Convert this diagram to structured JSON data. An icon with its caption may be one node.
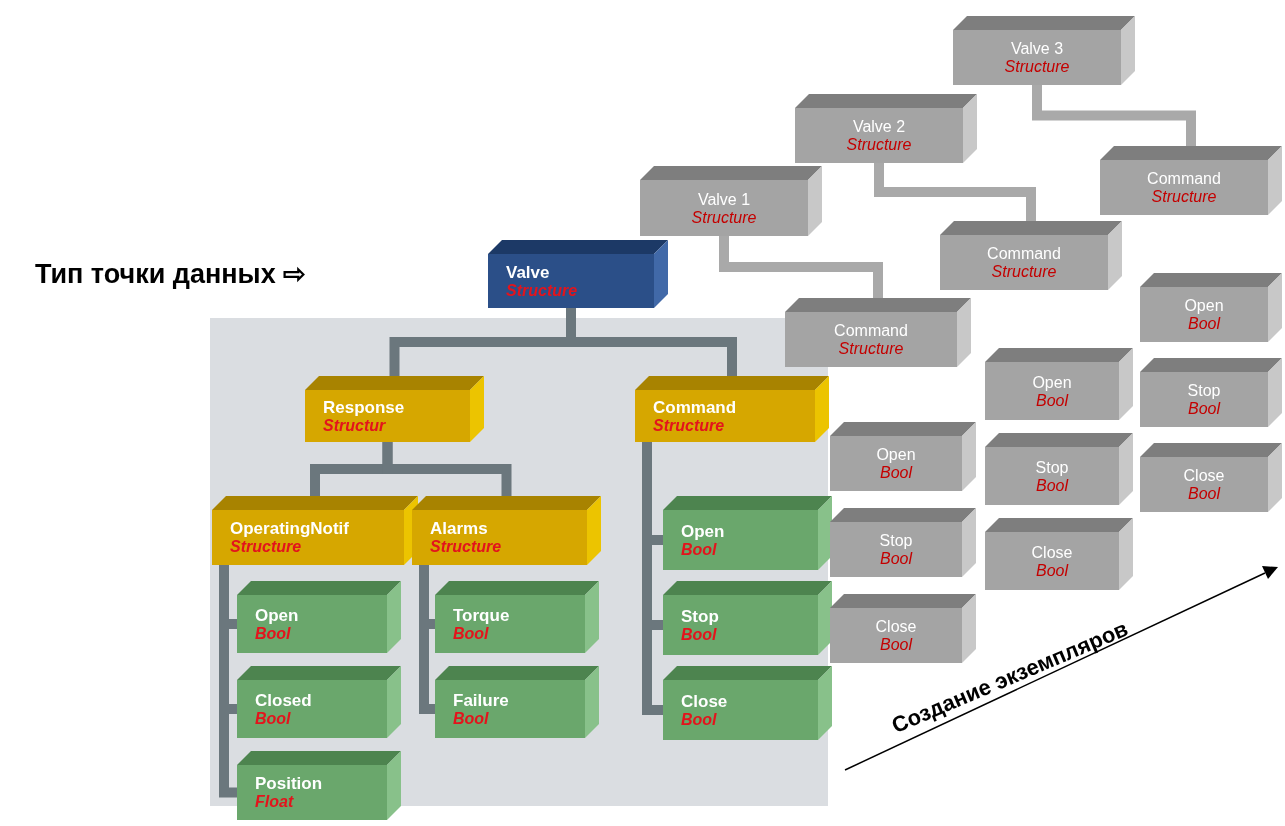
{
  "diagram": {
    "nodes": [
      {
        "text": [
          "Valve",
          "Structure"
        ]
      },
      {
        "text": [
          "Response",
          "Structur"
        ]
      },
      {
        "text": [
          "Command",
          "Structure"
        ]
      },
      {
        "text": [
          "OperatingNotif",
          "Structure"
        ]
      },
      {
        "text": [
          "Alarms",
          "Structure"
        ]
      },
      {
        "text": [
          "Open",
          "Bool"
        ]
      },
      {
        "text": [
          "Closed",
          "Bool"
        ]
      },
      {
        "text": [
          "Position",
          "Float"
        ]
      },
      {
        "text": [
          "Torque",
          "Bool"
        ]
      },
      {
        "text": [
          "Failure",
          "Bool"
        ]
      },
      {
        "text": [
          "Open",
          "Bool"
        ]
      },
      {
        "text": [
          "Stop",
          "Bool"
        ]
      },
      {
        "text": [
          "Close",
          "Bool"
        ]
      },
      {
        "text": [
          "Valve 1",
          "Structure"
        ]
      },
      {
        "text": [
          "Command",
          "Structure"
        ]
      },
      {
        "text": [
          "Open",
          "Bool"
        ]
      },
      {
        "text": [
          "Stop",
          "Bool"
        ]
      },
      {
        "text": [
          "Close",
          "Bool"
        ]
      },
      {
        "text": [
          "Valve 2",
          "Structure"
        ]
      },
      {
        "text": [
          "Command",
          "Structure"
        ]
      },
      {
        "text": [
          "Open",
          "Bool"
        ]
      },
      {
        "text": [
          "Stop",
          "Bool"
        ]
      },
      {
        "text": [
          "Close",
          "Bool"
        ]
      },
      {
        "text": [
          "Valve 3",
          "Structure"
        ]
      },
      {
        "text": [
          "Command",
          "Structure"
        ]
      },
      {
        "text": [
          "Open",
          "Bool"
        ]
      },
      {
        "text": [
          "Stop",
          "Bool"
        ]
      },
      {
        "text": [
          "Close",
          "Bool"
        ]
      }
    ],
    "edges": [
      {
        "from": 0,
        "to": 1,
        "arrow": "none"
      },
      {
        "from": 0,
        "to": 2,
        "arrow": "none"
      },
      {
        "from": 1,
        "to": 3,
        "arrow": "none"
      },
      {
        "from": 1,
        "to": 4,
        "arrow": "none"
      },
      {
        "from": 3,
        "to": 5,
        "arrow": "none"
      },
      {
        "from": 3,
        "to": 6,
        "arrow": "none"
      },
      {
        "from": 3,
        "to": 7,
        "arrow": "none"
      },
      {
        "from": 4,
        "to": 8,
        "arrow": "none"
      },
      {
        "from": 4,
        "to": 9,
        "arrow": "none"
      },
      {
        "from": 2,
        "to": 10,
        "arrow": "none"
      },
      {
        "from": 2,
        "to": 11,
        "arrow": "none"
      },
      {
        "from": 2,
        "to": 12,
        "arrow": "none"
      },
      {
        "from": 13,
        "to": 14,
        "arrow": "none",
        "color": "#a9a9a9"
      },
      {
        "from": 18,
        "to": 19,
        "arrow": "none",
        "color": "#a9a9a9"
      },
      {
        "from": 23,
        "to": 24,
        "arrow": "none",
        "color": "#a9a9a9"
      }
    ],
    "labels": [
      "Тип точки данных ⇨",
      "Создание экземпляров"
    ]
  }
}
